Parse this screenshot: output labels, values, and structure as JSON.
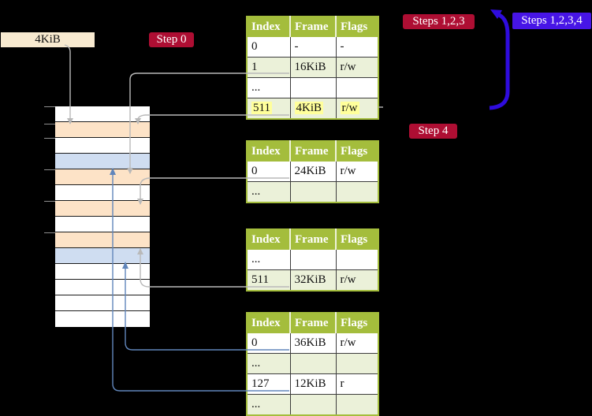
{
  "colors": {
    "cream": "#f8ead0",
    "badge_red": "#ae0e33",
    "badge_blue": "#4715e6",
    "table_green": "#a4bd3c",
    "row_green": "#ebf1d9",
    "peach": "#fde3c7",
    "frame_blue": "#cfddf1",
    "highlight": "#ffff9b",
    "arrow_gray": "#b9b9b9",
    "arrow_blue": "#6186bb",
    "big_arrow": "#2f0cdd",
    "tick_gray": "#8e8e8e"
  },
  "labels": {
    "size_box": "4KiB",
    "step0": "Step 0",
    "steps123": "Steps 1,2,3",
    "steps1234": "Steps 1,2,3,4",
    "step4": "Step 4"
  },
  "tables": [
    {
      "name": "page-table-top",
      "headers": [
        "Index",
        "Frame",
        "Flags"
      ],
      "rows": [
        {
          "cells": [
            "0",
            "-",
            "-"
          ]
        },
        {
          "cells": [
            "1",
            "16KiB",
            "r/w"
          ]
        },
        {
          "cells": [
            "...",
            "",
            ""
          ]
        },
        {
          "cells": [
            "511",
            "4KiB",
            "r/w"
          ],
          "highlight": true
        }
      ]
    },
    {
      "name": "page-table-second",
      "headers": [
        "Index",
        "Frame",
        "Flags"
      ],
      "rows": [
        {
          "cells": [
            "0",
            "24KiB",
            "r/w"
          ]
        },
        {
          "cells": [
            "...",
            "",
            ""
          ]
        }
      ]
    },
    {
      "name": "page-table-third",
      "headers": [
        "Index",
        "Frame",
        "Flags"
      ],
      "rows": [
        {
          "cells": [
            "...",
            "",
            ""
          ]
        },
        {
          "cells": [
            "511",
            "32KiB",
            "r/w"
          ]
        }
      ]
    },
    {
      "name": "page-table-bottom",
      "headers": [
        "Index",
        "Frame",
        "Flags"
      ],
      "rows": [
        {
          "cells": [
            "0",
            "36KiB",
            "r/w"
          ]
        },
        {
          "cells": [
            "...",
            "",
            ""
          ]
        },
        {
          "cells": [
            "127",
            "12KiB",
            "r"
          ]
        },
        {
          "cells": [
            "...",
            "",
            ""
          ]
        }
      ]
    }
  ],
  "memory_strip": {
    "rows": [
      "white",
      "peach",
      "white",
      "blue",
      "peach",
      "white",
      "peach",
      "white",
      "peach",
      "blue",
      "white",
      "white",
      "white",
      "white"
    ],
    "tick_y": [
      135,
      157,
      175,
      215,
      255,
      295
    ]
  }
}
